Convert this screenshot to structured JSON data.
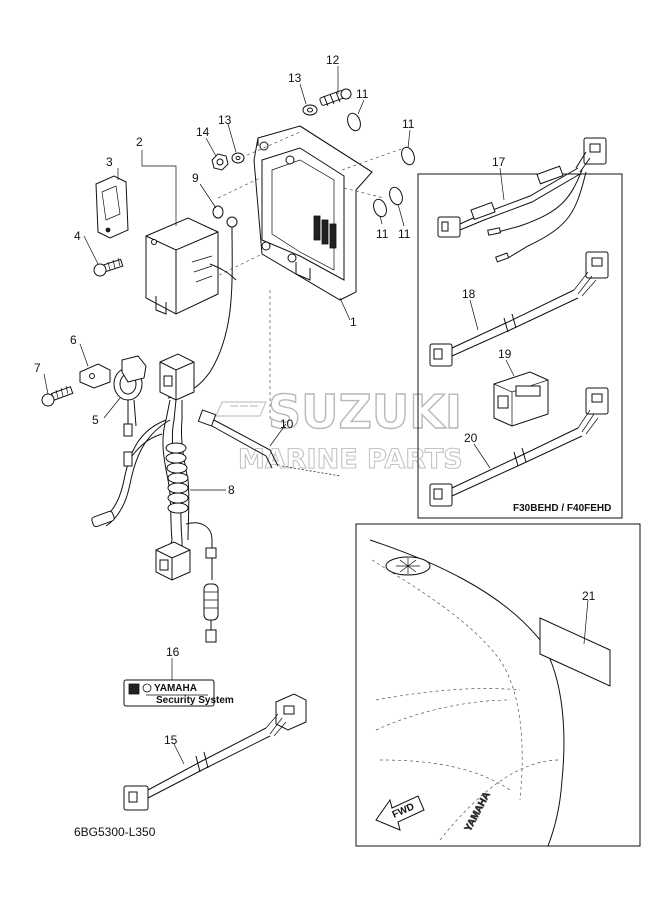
{
  "diagram": {
    "code": "6BG5300-L350",
    "watermark": {
      "brand": "SUZUKI",
      "subtitle": "MARINE PARTS"
    },
    "inset_model_label": "F30BEHD / F40FEHD",
    "security_label": {
      "brand": "YAMAHA",
      "caption": "Security System"
    },
    "cowling": {
      "brand_text": "YAMAHA",
      "direction_text": "FWD"
    },
    "callouts": {
      "c1": "1",
      "c2": "2",
      "c3": "3",
      "c4": "4",
      "c5": "5",
      "c6": "6",
      "c7": "7",
      "c8": "8",
      "c9": "9",
      "c10": "10",
      "c11a": "11",
      "c11b": "11",
      "c11c": "11",
      "c11d": "11",
      "c12": "12",
      "c13a": "13",
      "c13b": "13",
      "c14": "14",
      "c15": "15",
      "c16": "16",
      "c17": "17",
      "c18": "18",
      "c19": "19",
      "c20": "20",
      "c21": "21"
    }
  }
}
